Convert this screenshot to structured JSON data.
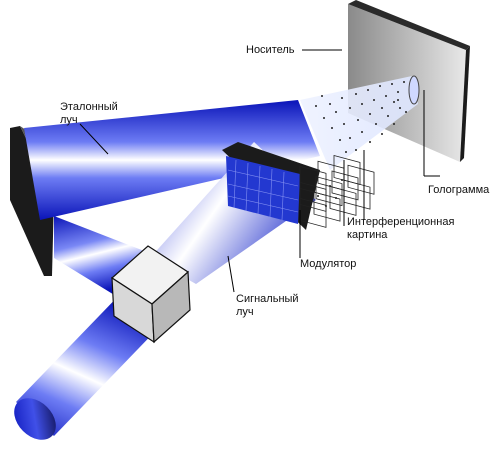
{
  "labels": {
    "carrier": "Носитель",
    "reference_beam": "Эталонный\nлуч",
    "hologram": "Голограмма",
    "interference_pattern": "Интерференционная\nкартина",
    "modulator": "Модулятор",
    "signal_beam": "Сигнальный\nлуч"
  },
  "colors": {
    "beam_core": "#ffffff",
    "beam_mid": "#5b6cf0",
    "beam_edge": "#0a14b8",
    "panel_dark": "#1b1b1b",
    "leader_line": "#000000"
  }
}
